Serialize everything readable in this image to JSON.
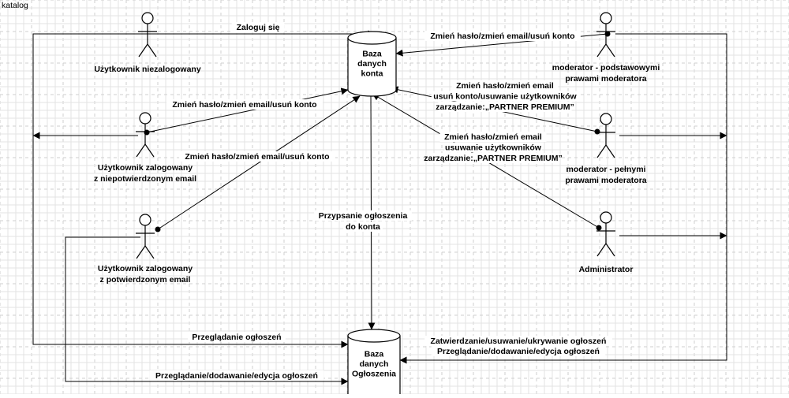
{
  "page": {
    "title": "katalog"
  },
  "diagram": {
    "actors": [
      {
        "id": "unlogged",
        "lines": [
          "Użytkownik niezalogowany"
        ]
      },
      {
        "id": "logged_unverified",
        "lines": [
          "Użytkownik zalogowany",
          "z niepotwierdzonym email"
        ]
      },
      {
        "id": "logged_verified",
        "lines": [
          "Użytkownik zalogowany",
          "z potwierdzonym email"
        ]
      },
      {
        "id": "moderator_basic",
        "lines": [
          "moderator - podstawowymi",
          "prawami moderatora"
        ]
      },
      {
        "id": "moderator_full",
        "lines": [
          "moderator - pełnymi",
          "prawami moderatora"
        ]
      },
      {
        "id": "admin",
        "lines": [
          "Administrator"
        ]
      }
    ],
    "databases": [
      {
        "id": "accounts_db",
        "lines": [
          "Baza",
          "danych",
          "konta"
        ]
      },
      {
        "id": "ads_db",
        "lines": [
          "Baza",
          "danych",
          "Ogłoszenia"
        ]
      }
    ],
    "edge_labels": {
      "login": [
        "Zaloguj się"
      ],
      "unverified_change": [
        "Zmień hasło/zmień email/usuń konto"
      ],
      "verified_change": [
        "Zmień hasło/zmień email/usuń konto"
      ],
      "mod_basic_change": [
        "Zmień hasło/zmień email/usuń konto"
      ],
      "mod_full_change": [
        "Zmień hasło/zmień email",
        "usuń konto/usuwanie użytkowników",
        "zarządzanie:„PARTNER PREMIUM”"
      ],
      "admin_change": [
        "Zmień hasło/zmień email",
        "usuwanie użytkowników",
        "zarządzanie:„PARTNER PREMIUM”"
      ],
      "assign_ad": [
        "Przypsanie ogłoszenia",
        "do konta"
      ],
      "browse_ads": [
        "Przeglądanie ogłoszeń"
      ],
      "browse_add_edit": [
        "Przeglądanie/dodawanie/edycja ogłoszeń"
      ],
      "moderate_ads": [
        "Zatwierdzanie/usuwanie/ukrywanie ogłoszeń",
        "Przeglądanie/dodawanie/edycja ogłoszeń"
      ]
    }
  }
}
